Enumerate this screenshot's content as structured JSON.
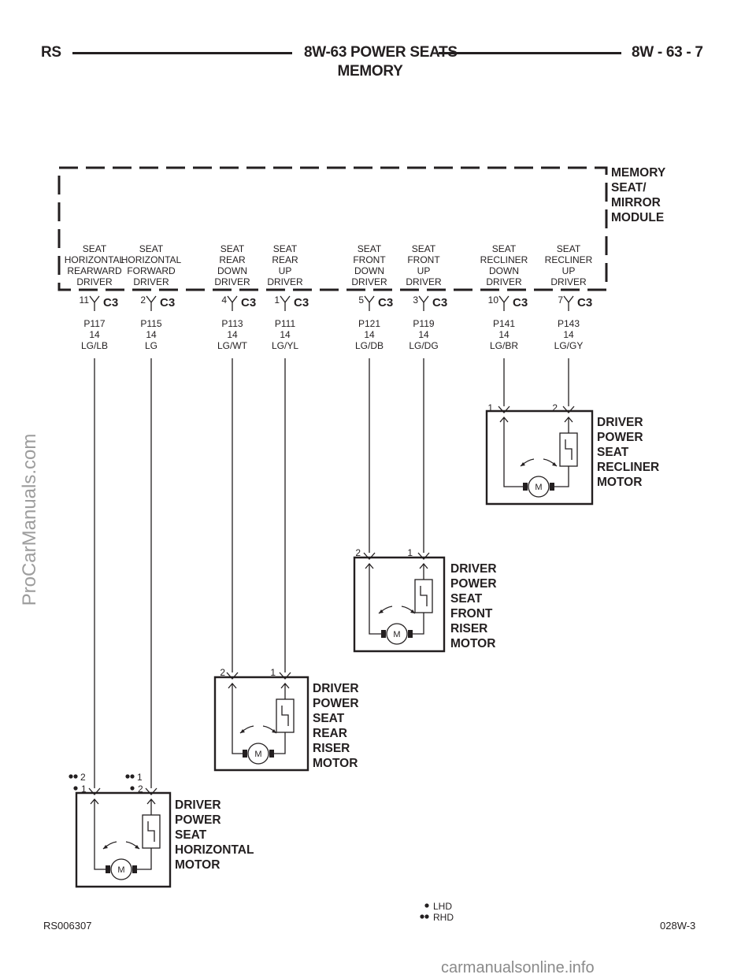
{
  "header": {
    "left": "RS",
    "center": "8W-63 POWER SEATS",
    "center_line2": "MEMORY",
    "right": "8W - 63 - 7"
  },
  "module": {
    "label": [
      "MEMORY",
      "SEAT/",
      "MIRROR",
      "MODULE"
    ]
  },
  "drivers": [
    {
      "label": [
        "SEAT",
        "HORIZONTAL",
        "REARWARD",
        "DRIVER"
      ],
      "pin": "11",
      "connector": "C3",
      "circuit": "P117",
      "gauge": "14",
      "color": "LG/LB"
    },
    {
      "label": [
        "SEAT",
        "HORIZONTAL",
        "FORWARD",
        "DRIVER"
      ],
      "pin": "2",
      "connector": "C3",
      "circuit": "P115",
      "gauge": "14",
      "color": "LG"
    },
    {
      "label": [
        "SEAT",
        "REAR",
        "DOWN",
        "DRIVER"
      ],
      "pin": "4",
      "connector": "C3",
      "circuit": "P113",
      "gauge": "14",
      "color": "LG/WT"
    },
    {
      "label": [
        "SEAT",
        "REAR",
        "UP",
        "DRIVER"
      ],
      "pin": "1",
      "connector": "C3",
      "circuit": "P111",
      "gauge": "14",
      "color": "LG/YL"
    },
    {
      "label": [
        "SEAT",
        "FRONT",
        "DOWN",
        "DRIVER"
      ],
      "pin": "5",
      "connector": "C3",
      "circuit": "P121",
      "gauge": "14",
      "color": "LG/DB"
    },
    {
      "label": [
        "SEAT",
        "FRONT",
        "UP",
        "DRIVER"
      ],
      "pin": "3",
      "connector": "C3",
      "circuit": "P119",
      "gauge": "14",
      "color": "LG/DG"
    },
    {
      "label": [
        "SEAT",
        "RECLINER",
        "DOWN",
        "DRIVER"
      ],
      "pin": "10",
      "connector": "C3",
      "circuit": "P141",
      "gauge": "14",
      "color": "LG/BR"
    },
    {
      "label": [
        "SEAT",
        "RECLINER",
        "UP",
        "DRIVER"
      ],
      "pin": "7",
      "connector": "C3",
      "circuit": "P143",
      "gauge": "14",
      "color": "LG/GY"
    }
  ],
  "motors": [
    {
      "label": [
        "DRIVER",
        "POWER",
        "SEAT",
        "RECLINER",
        "MOTOR"
      ],
      "left_pin": "1",
      "right_pin": "2",
      "symbol": "M"
    },
    {
      "label": [
        "DRIVER",
        "POWER",
        "SEAT",
        "FRONT",
        "RISER",
        "MOTOR"
      ],
      "left_pin": "2",
      "right_pin": "1",
      "symbol": "M"
    },
    {
      "label": [
        "DRIVER",
        "POWER",
        "SEAT",
        "REAR",
        "RISER",
        "MOTOR"
      ],
      "left_pin": "2",
      "right_pin": "1",
      "symbol": "M"
    },
    {
      "label": [
        "DRIVER",
        "POWER",
        "SEAT",
        "HORIZONTAL",
        "MOTOR"
      ],
      "symbol": "M",
      "left_pins": {
        "rhd": "2",
        "lhd": "1"
      },
      "right_pins": {
        "rhd": "1",
        "lhd": "2"
      }
    }
  ],
  "legend": {
    "lhd": "LHD",
    "rhd": "RHD"
  },
  "footer": {
    "left": "RS006307",
    "right": "028W-3"
  },
  "watermark": "ProCarManuals.com",
  "brand": "carmanualsonline.info"
}
